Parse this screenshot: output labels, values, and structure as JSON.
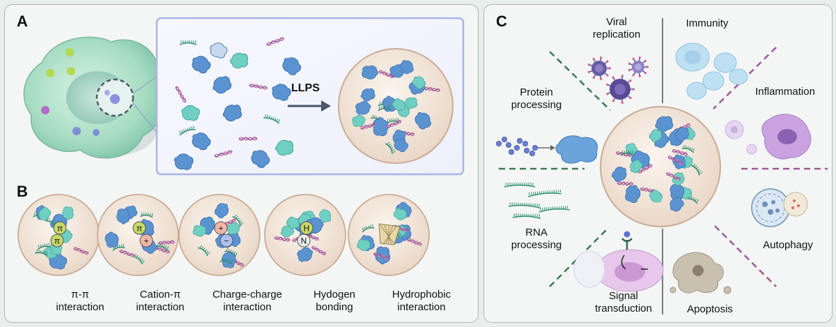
{
  "panels": {
    "a": "A",
    "b": "B",
    "c": "C"
  },
  "panel_a": {
    "llps": "LLPS"
  },
  "panel_b": {
    "interactions": [
      {
        "line1": "π-π",
        "line2": "interaction",
        "symbol_top": "π",
        "symbol_bottom": "π"
      },
      {
        "line1": "Cation-π",
        "line2": "interaction",
        "symbol_top": "π",
        "symbol_bottom": "+"
      },
      {
        "line1": "Charge-charge",
        "line2": "interaction",
        "symbol_top": "+",
        "symbol_bottom": "−"
      },
      {
        "line1": "Hydogen",
        "line2": "bonding",
        "symbol_top": "H",
        "symbol_bottom": "N"
      },
      {
        "line1": "Hydrophobic",
        "line2": "interaction",
        "symbol_top": "",
        "symbol_bottom": ""
      }
    ]
  },
  "panel_c": {
    "viral_l1": "Viral",
    "viral_l2": "replication",
    "immunity": "Immunity",
    "inflammation": "Inflammation",
    "autophagy": "Autophagy",
    "apoptosis": "Apoptosis",
    "signal_l1": "Signal",
    "signal_l2": "transduction",
    "rna_l1": "RNA",
    "rna_l2": "processing",
    "protein_l1": "Protein",
    "protein_l2": "processing"
  },
  "colors": {
    "protein_blue": "#5b93d0",
    "protein_teal": "#6fcfc2",
    "rna_green": "#2e8f72",
    "dna_pink": "#c27bb3",
    "droplet": "#f1e6dc",
    "droplet_border": "#c9ab95",
    "divider_green": "#3c7a4f",
    "divider_purple": "#9a5a96",
    "divider_gray": "#707a78",
    "cell_green": "#9fd9b9"
  }
}
